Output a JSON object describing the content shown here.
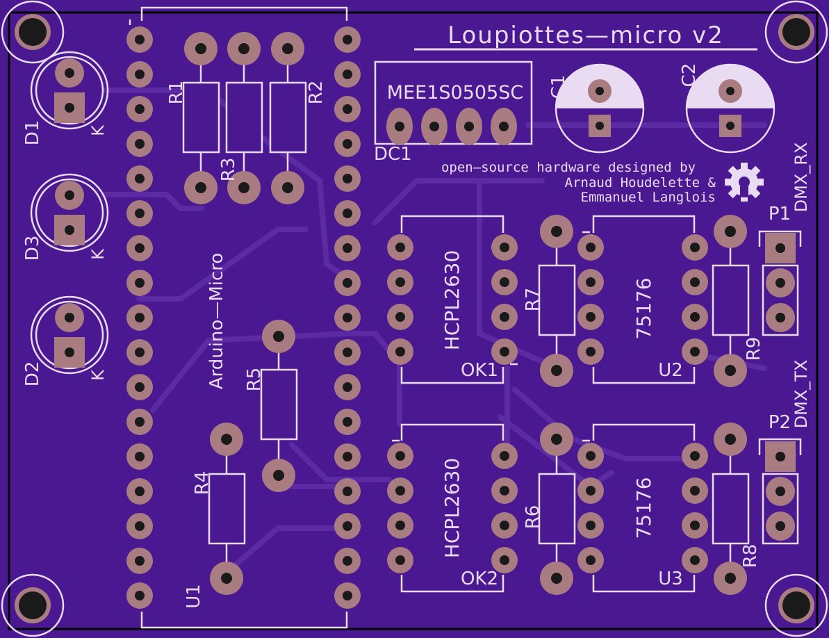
{
  "board": {
    "title": "Loupiottes—micro v2",
    "credits": [
      "open—source hardware designed by",
      "Arnaud Houdelette &",
      "Emmanuel Langlois"
    ],
    "icon": "oshw-gear-icon",
    "colors": {
      "board": "#4a1890",
      "trace": "#5a2aa0",
      "silk": "#e9dcf2",
      "copper": "#a97c82",
      "hole": "#1a1a1a"
    }
  },
  "labels": {
    "u1": "U1",
    "arduino": "Arduino—Micro",
    "dc1": "DC1",
    "dc1_part": "MEE1S0505SC",
    "c1": "C1",
    "c2": "C2",
    "r1": "R1",
    "r2": "R2",
    "r3": "R3",
    "r4": "R4",
    "r5": "R5",
    "r6": "R6",
    "r7": "R7",
    "r8": "R8",
    "r9": "R9",
    "ok1": "OK1",
    "ok2": "OK2",
    "hcpl_top": "HCPL2630",
    "hcpl_bot": "HCPL2630",
    "u2": "U2",
    "u3": "U3",
    "ic75176_top": "75176",
    "ic75176_bot": "75176",
    "p1": "P1",
    "p2": "P2",
    "dmx_rx": "DMX_RX",
    "dmx_tx": "DMX_TX",
    "d1": "D1",
    "d2": "D2",
    "d3": "D3",
    "k1": "K",
    "k2": "K",
    "k3": "K"
  }
}
